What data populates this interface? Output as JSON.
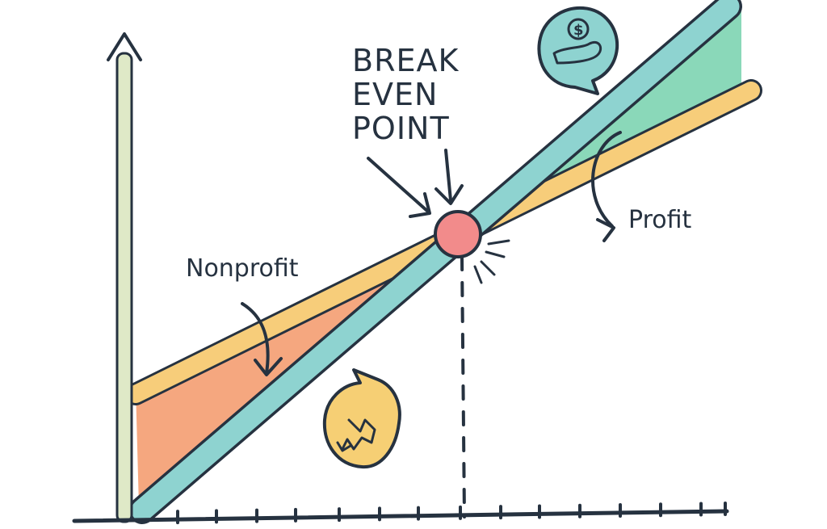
{
  "labels": {
    "break_even_line1": "BREAK",
    "break_even_line2": "EVEN",
    "break_even_line3": "POINT",
    "nonprofit": "Nonprofit",
    "profit": "Profit"
  },
  "icons": {
    "money_hand": "hand-coin-icon",
    "falling_graph": "falling-chart-icon"
  },
  "colors": {
    "ink": "#263240",
    "revenue_line": "#8ed3d0",
    "cost_line": "#f7cd7a",
    "loss_area": "#f5a77f",
    "profit_area": "#8ad8b9",
    "break_even_dot": "#f28b8b",
    "y_axis": "#dfe9c7",
    "coin_bubble": "#8ed3d0",
    "falling_bubble": "#f6cf74"
  }
}
